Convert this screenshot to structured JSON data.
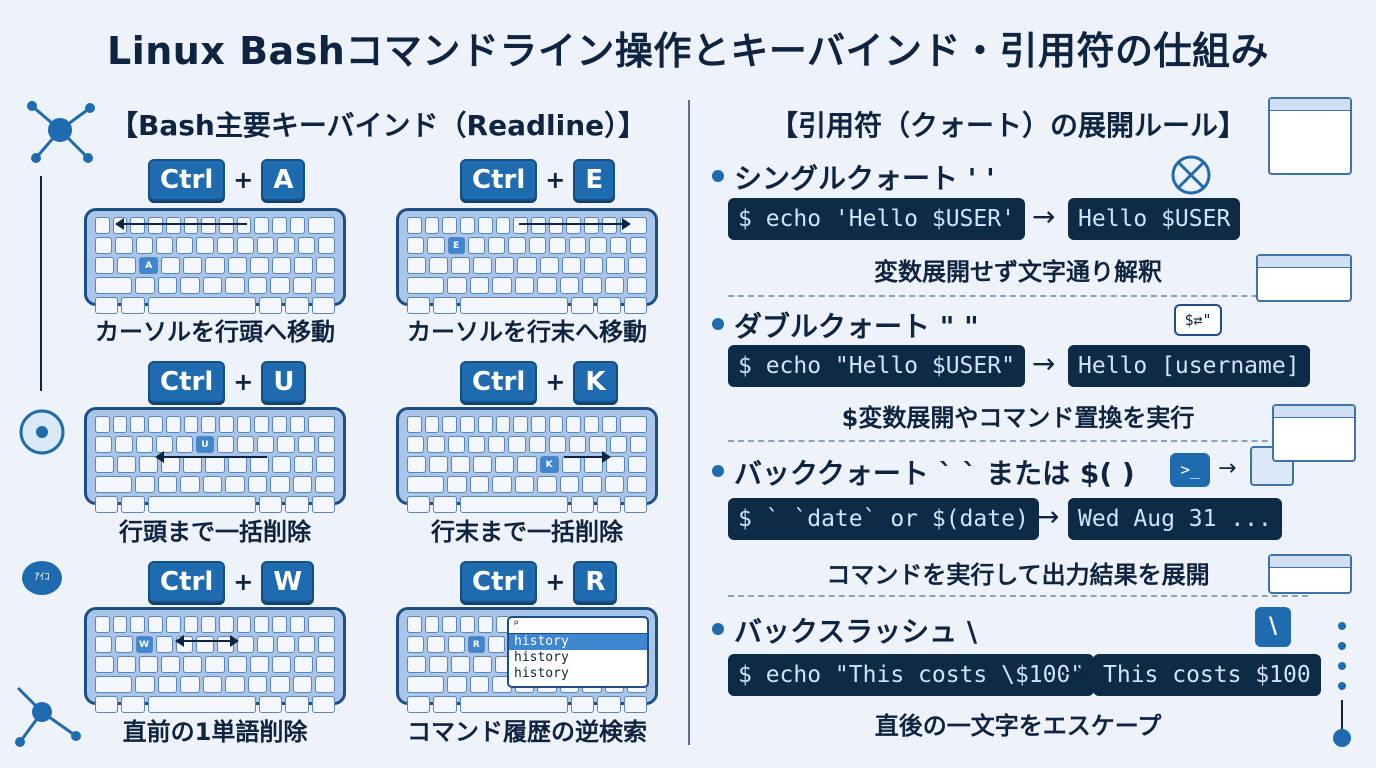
{
  "title": "Linux Bashコマンドライン操作とキーバインド・引用符の仕組み",
  "left": {
    "heading": "【Bash主要キーバインド（Readline）】",
    "bindings": [
      {
        "mod": "Ctrl",
        "plus": "+",
        "key": "A",
        "caption": "カーソルを行頭へ移動",
        "mark": "A"
      },
      {
        "mod": "Ctrl",
        "plus": "+",
        "key": "E",
        "caption": "カーソルを行末へ移動",
        "mark": "E"
      },
      {
        "mod": "Ctrl",
        "plus": "+",
        "key": "U",
        "caption": "行頭まで一括削除",
        "mark": "U"
      },
      {
        "mod": "Ctrl",
        "plus": "+",
        "key": "K",
        "caption": "行末まで一括削除",
        "mark": "K"
      },
      {
        "mod": "Ctrl",
        "plus": "+",
        "key": "W",
        "caption": "直前の1単語削除",
        "mark": "W"
      },
      {
        "mod": "Ctrl",
        "plus": "+",
        "key": "R",
        "caption": "コマンド履歴の逆検索",
        "mark": "R"
      }
    ],
    "history_items": [
      "history",
      "history",
      "history"
    ]
  },
  "right": {
    "heading": "【引用符（クォート）の展開ルール】",
    "rules": [
      {
        "name": "シングルクォート ' '",
        "command": "$ echo 'Hello $USER'",
        "arrow": "→",
        "result": "Hello $USER",
        "desc": "変数展開せず文字通り解釈"
      },
      {
        "name": "ダブルクォート \" \"",
        "command": "$ echo \"Hello $USER\"",
        "arrow": "→",
        "result": "Hello [username]",
        "desc": "$変数展開やコマンド置換を実行"
      },
      {
        "name": "バッククォート ` ` または $( )",
        "command": "$ ` `date` or $(date)",
        "arrow": "→",
        "result": "Wed Aug 31 ...",
        "desc": "コマンドを実行して出力結果を展開"
      },
      {
        "name": "バックスラッシュ \\",
        "command": "$ echo \"This costs \\$100\"",
        "arrow": "→",
        "result": "This costs $100",
        "desc": "直後の一文字をエスケープ"
      }
    ],
    "icons": {
      "double_badge": "$⇄\"",
      "prompt_badge": ">_",
      "backslash_badge": "\\",
      "side_badge": "ｱｲｺ"
    }
  },
  "colors": {
    "accent": "#1f6bb0",
    "terminal_bg": "#0d2a47",
    "page_bg": "#eef3fb"
  }
}
